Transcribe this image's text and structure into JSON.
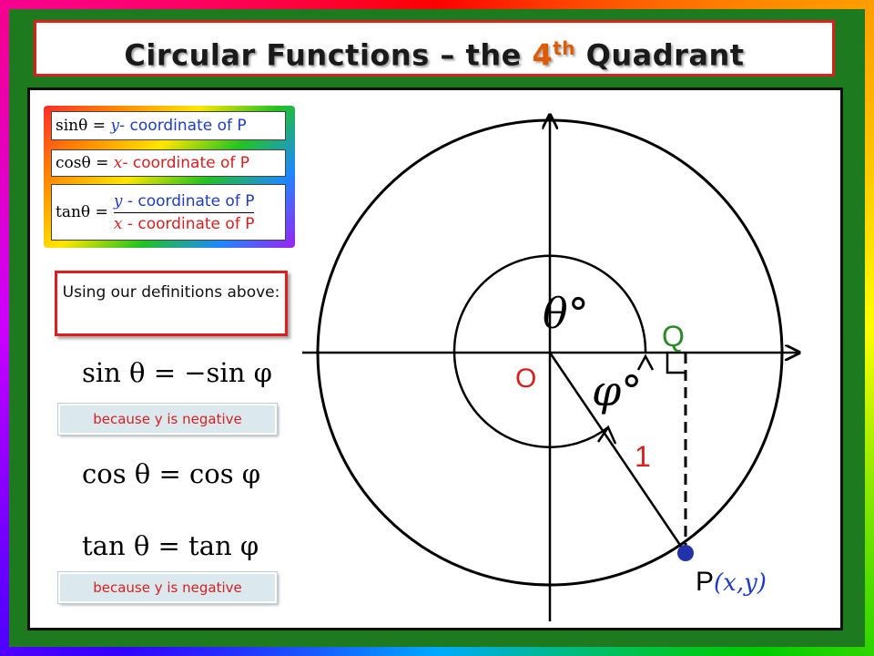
{
  "title": {
    "prefix": "Circular Functions – the ",
    "number": "4",
    "superscript": "th",
    "suffix": " Quadrant"
  },
  "definitions": {
    "sin": {
      "func": "sinθ =",
      "var": "y",
      "rest": " - coordinate of P"
    },
    "cos": {
      "func": "cosθ =",
      "var": "x",
      "rest": " - coordinate of P"
    },
    "tan": {
      "func": "tanθ =",
      "num_var": "y",
      "num_rest": " - coordinate of P",
      "den_var": "x",
      "den_rest": " - coordinate of P"
    }
  },
  "callout": "Using our definitions above:",
  "identities": {
    "sin": "sin θ = −sin φ",
    "cos": "cos θ = cos φ",
    "tan": "tan θ = tan φ"
  },
  "notes": {
    "sin_note": "because y is negative",
    "tan_note": "because y is negative"
  },
  "diagram_labels": {
    "origin": "O",
    "q": "Q",
    "radius": "1",
    "theta": "θ°",
    "phi": "φ°",
    "p_letter": "P",
    "p_coords": "(x,y)"
  },
  "colors": {
    "frame_green": "#1e7a1e",
    "title_border": "#e01e1e",
    "accent_orange": "#e05a00",
    "label_red": "#d62020",
    "label_green": "#2a8a2a",
    "point_blue": "#2233aa"
  }
}
